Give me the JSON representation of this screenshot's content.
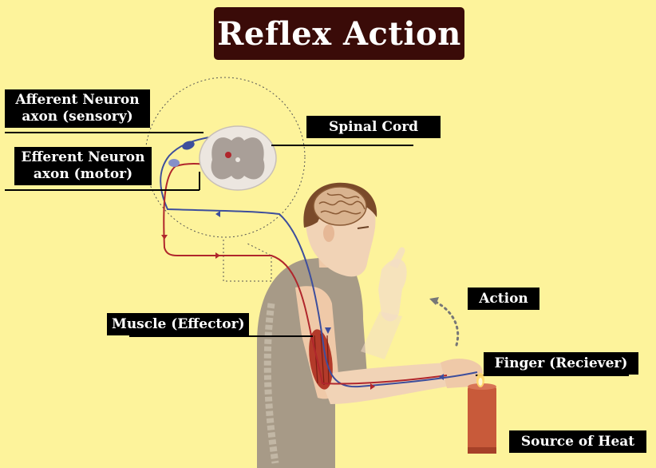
{
  "title": "Reflex Action",
  "labels": {
    "afferent_line1": "Afferent Neuron",
    "afferent_line2": "axon (sensory)",
    "efferent_line1": "Efferent Neuron",
    "efferent_line2": "axon (motor)",
    "spinal_cord": "Spinal Cord",
    "action": "Action",
    "muscle": "Muscle (Effector)",
    "finger": "Finger (Reciever)",
    "heat_source": "Source of Heat"
  },
  "colors": {
    "background": "#fdf39b",
    "label_bg": "#000000",
    "title_bg": "#3a0b08",
    "sensory_path": "#3d4e9c",
    "motor_path": "#b0262c",
    "skin": "#f1d3b6",
    "shirt": "#a79a87",
    "hair": "#7a4a2a",
    "candle": "#c85a3a"
  },
  "icons": {
    "spinal_cord": "spinal-cord-cross-section",
    "brain": "brain-icon",
    "person": "person-silhouette",
    "candle": "candle-icon",
    "flame": "flame-icon",
    "action_arrow": "curved-arrow-icon"
  }
}
